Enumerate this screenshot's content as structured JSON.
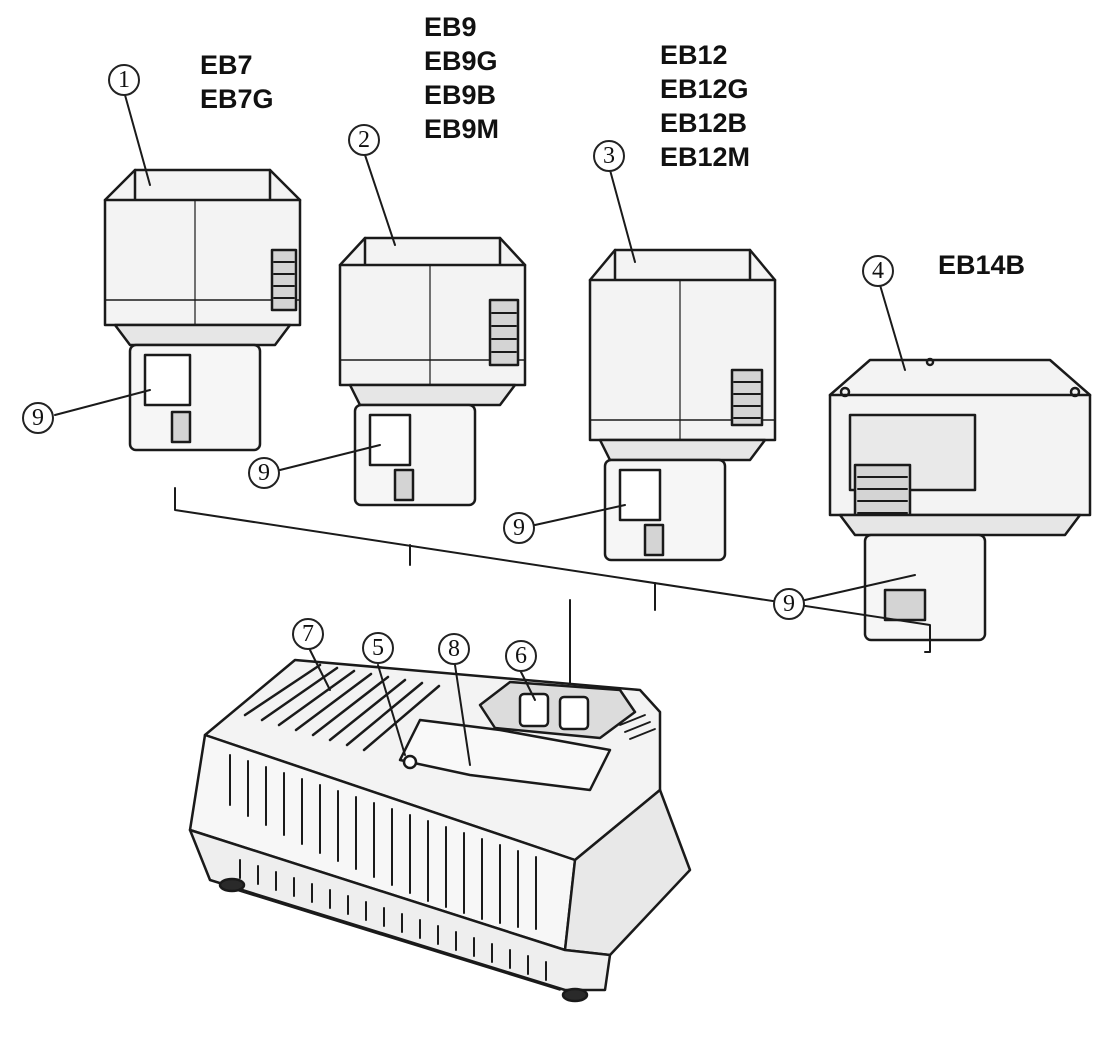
{
  "colors": {
    "line": "#1a1a1a",
    "fill": "#f3f3f3",
    "shade": "#d4d4d4",
    "dark": "#2a2a2a"
  },
  "batteries": [
    {
      "callout": "1",
      "models": [
        "EB7",
        "EB7G"
      ]
    },
    {
      "callout": "2",
      "models": [
        "EB9",
        "EB9G",
        "EB9B",
        "EB9M"
      ]
    },
    {
      "callout": "3",
      "models": [
        "EB12",
        "EB12G",
        "EB12B",
        "EB12M"
      ]
    },
    {
      "callout": "4",
      "models": [
        "EB14B"
      ]
    }
  ],
  "charger_callouts": [
    "5",
    "6",
    "7",
    "8"
  ],
  "battery_terminal_callout": "9"
}
